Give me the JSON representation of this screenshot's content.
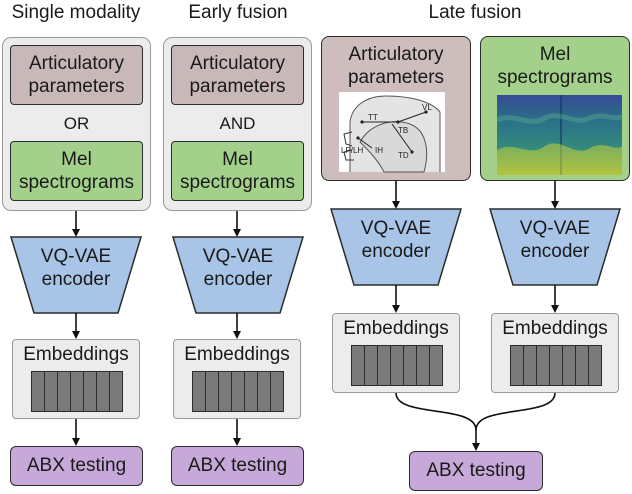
{
  "titles": {
    "single": "Single modality",
    "early": "Early fusion",
    "late": "Late fusion"
  },
  "inputs": {
    "articulatory": "Articulatory\nparameters",
    "mel": "Mel\nspectrograms",
    "or_label": "OR",
    "and_label": "AND"
  },
  "encoder": {
    "label": "VQ-VAE\nencoder"
  },
  "embeddings": {
    "label": "Embeddings",
    "cells": 7
  },
  "abx": {
    "label": "ABX testing"
  },
  "vocal_tract_labels": [
    "TT",
    "VL",
    "TB",
    "LP/LH",
    "IH",
    "TD"
  ],
  "colors": {
    "articulatory": "#c9b8b8",
    "mel": "#a3d18b",
    "encoder": "#a8c4e6",
    "abx": "#c6a9d8",
    "panel": "#ececec"
  }
}
